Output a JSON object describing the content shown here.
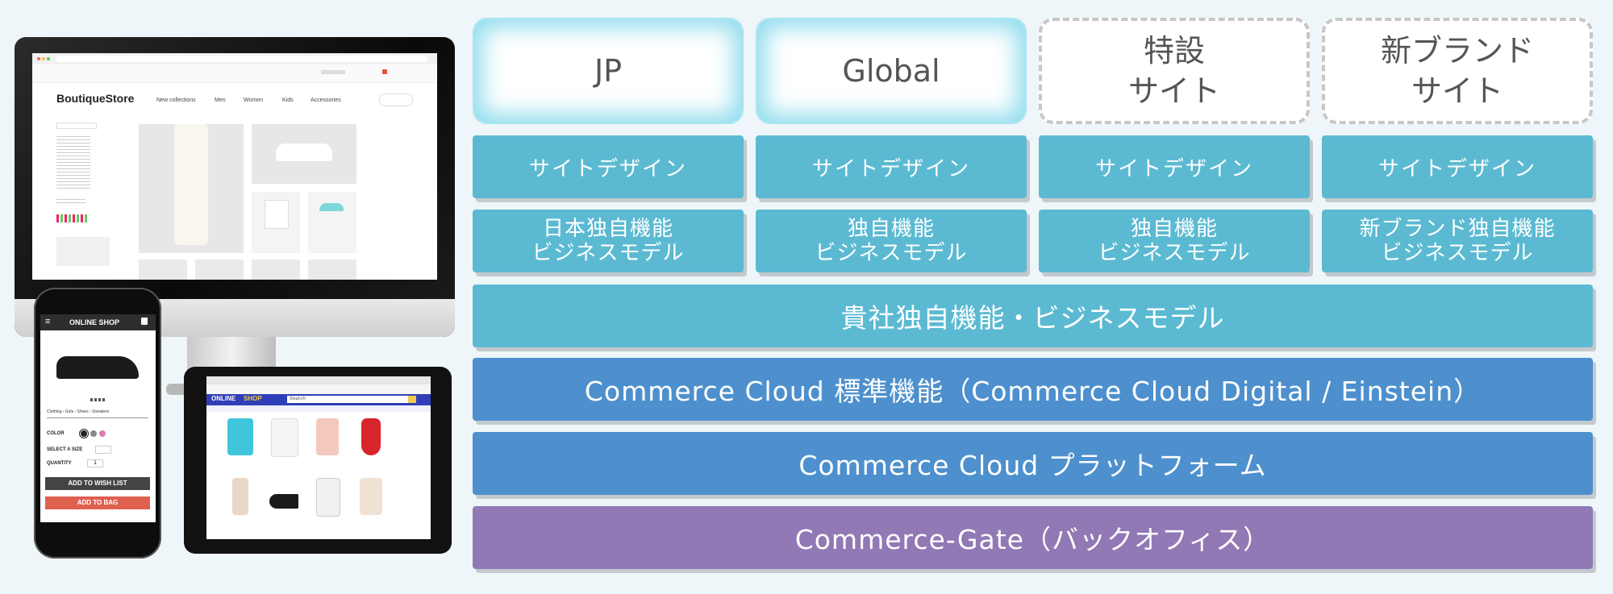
{
  "devices": {
    "desktop": {
      "brand": "BoutiqueStore",
      "nav": [
        "New collections",
        "Men",
        "Women",
        "Kids",
        "Accessories"
      ]
    },
    "phone": {
      "header": "ONLINE SHOP",
      "breadcrumb": "Clothing › Girls › Shoes › Sneakers",
      "color_label": "COLOR",
      "size_label": "SELECT A SIZE",
      "quantity_label": "QUANTITY",
      "quantity_value": "1",
      "wishlist_button": "ADD TO WISH LIST",
      "bag_button": "ADD TO BAG"
    },
    "tablet": {
      "brand_prefix": "ONLINE",
      "brand_suffix": "SHOP",
      "search_placeholder": "Search"
    }
  },
  "sites": [
    {
      "label": "JP",
      "style": "solid"
    },
    {
      "label": "Global",
      "style": "solid"
    },
    {
      "label_line1": "特設",
      "label_line2": "サイト",
      "style": "dashed"
    },
    {
      "label_line1": "新ブランド",
      "label_line2": "サイト",
      "style": "dashed"
    }
  ],
  "site_design_cells": [
    "サイトデザイン",
    "サイトデザイン",
    "サイトデザイン",
    "サイトデザイン"
  ],
  "function_cells": [
    {
      "line1": "日本独自機能",
      "line2": "ビジネスモデル"
    },
    {
      "line1": "独自機能",
      "line2": "ビジネスモデル"
    },
    {
      "line1": "独自機能",
      "line2": "ビジネスモデル"
    },
    {
      "line1": "新ブランド独自機能",
      "line2": "ビジネスモデル"
    }
  ],
  "bands": {
    "company_features": "貴社独自機能・ビジネスモデル",
    "standard_features": "Commerce Cloud 標準機能（Commerce Cloud Digital / Einstein）",
    "platform": "Commerce Cloud プラットフォーム",
    "back_office": "Commerce-Gate（バックオフィス）"
  },
  "colors": {
    "teal": "#5bbad2",
    "blue": "#4d90cd",
    "purple": "#9179b5",
    "site_glow": "#8fdced"
  }
}
